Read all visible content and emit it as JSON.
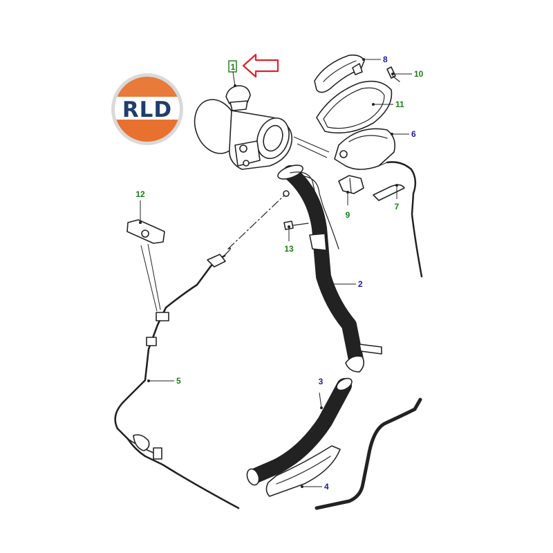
{
  "logo": {
    "text": "RLD",
    "colors": {
      "top": "#e87a3a",
      "bottom": "#e8712f",
      "band": "#ffffff",
      "text": "#1f3d6e",
      "ring": "#d9d9d9"
    }
  },
  "highlight": {
    "label": "1",
    "box_color": "#2e8b2e",
    "arrow_color": "#e0202a"
  },
  "label_colors": {
    "green": "#1d7a1d",
    "blue": "#1a1aa8"
  },
  "callouts": [
    {
      "id": "1",
      "label": "1",
      "color": "green"
    },
    {
      "id": "2",
      "label": "2",
      "color": "blue"
    },
    {
      "id": "3",
      "label": "3",
      "color": "blue"
    },
    {
      "id": "4",
      "label": "4",
      "color": "blue"
    },
    {
      "id": "5",
      "label": "5",
      "color": "green"
    },
    {
      "id": "6",
      "label": "6",
      "color": "blue"
    },
    {
      "id": "7",
      "label": "7",
      "color": "green"
    },
    {
      "id": "8",
      "label": "8",
      "color": "blue"
    },
    {
      "id": "9",
      "label": "9",
      "color": "green"
    },
    {
      "id": "10",
      "label": "10",
      "color": "green"
    },
    {
      "id": "11",
      "label": "11",
      "color": "green"
    },
    {
      "id": "12",
      "label": "12",
      "color": "green"
    },
    {
      "id": "13",
      "label": "13",
      "color": "green"
    }
  ]
}
